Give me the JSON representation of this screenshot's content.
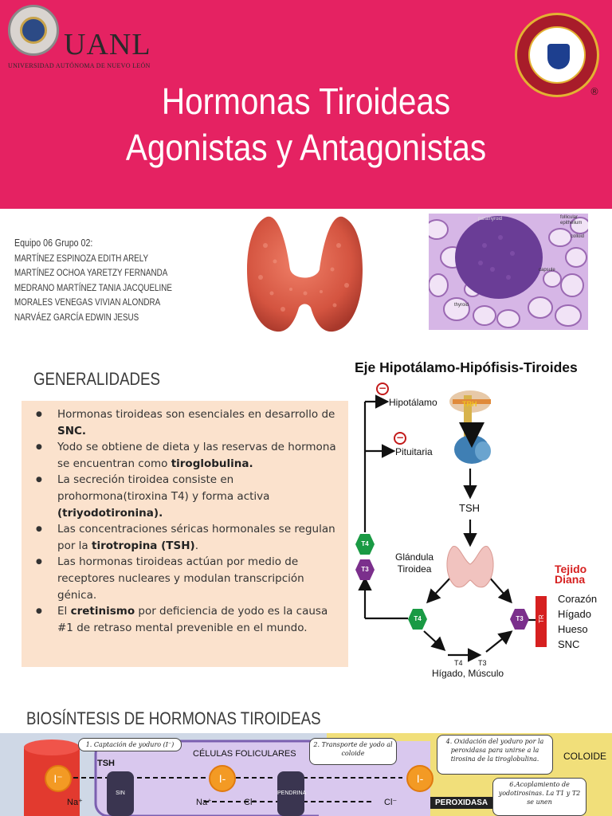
{
  "header": {
    "institution_word": "UANL",
    "institution_sub": "UNIVERSIDAD AUTÓNOMA DE NUEVO LEÓN",
    "registered": "®",
    "title_line1": "Hormonas Tiroideas",
    "title_line2": "Agonistas y Antagonistas",
    "bg_color": "#e52262"
  },
  "team": {
    "heading": "Equipo 06 Grupo 02:",
    "members": [
      "MARTÍNEZ ESPINOZA EDITH ARELY",
      "MARTÍNEZ OCHOA YARETZY FERNANDA",
      "MEDRANO MARTÍNEZ TANIA JACQUELINE",
      "MORALES VENEGAS VIVIAN ALONDRA",
      "NARVÁEZ GARCÍA EDWIN JESUS"
    ]
  },
  "histology": {
    "labels": [
      "parathyroid",
      "follicular epithelium",
      "colloid",
      "capsule",
      "thyroid"
    ]
  },
  "generalidades": {
    "title": "GENERALIDADES",
    "box_color": "#fbe2cd",
    "items": [
      {
        "text": "Hormonas tiroideas son esenciales en desarrollo de ",
        "bold": "SNC.",
        "after": ""
      },
      {
        "text": "Yodo se obtiene de dieta y las reservas de hormona se encuentran como ",
        "bold": "tiroglobulina.",
        "after": ""
      },
      {
        "text": "La secreción tiroidea consiste en prohormona(tiroxina T4) y forma activa ",
        "bold": "(triyodotironina).",
        "after": ""
      },
      {
        "text": "Las concentraciones séricas hormonales se regulan por la ",
        "bold": "tirotropina (TSH)",
        "after": "."
      },
      {
        "text": "Las hormonas tiroideas actúan por medio de receptores nucleares y modulan transcripción génica.",
        "bold": "",
        "after": ""
      },
      {
        "text": "El ",
        "bold": "cretinismo",
        "after": " por deficiencia de yodo es la causa #1 de retraso mental prevenible en el mundo."
      }
    ]
  },
  "axis": {
    "title": "Eje Hipotálamo-Hipófisis-Tiroides",
    "hypothalamus": "Hipotálamo",
    "pituitary": "Pituitaria",
    "trh": "TRH",
    "tsh": "TSH",
    "gland_line1": "Glándula",
    "gland_line2": "Tiroidea",
    "t4": "T4",
    "t3": "T3",
    "tr": "TR",
    "target_title_line1": "Tejido",
    "target_title_line2": "Diana",
    "targets": [
      "Corazón",
      "Hígado",
      "Hueso",
      "SNC"
    ],
    "periphery": "Hígado, Músculo",
    "minus": "−"
  },
  "biosintesis": {
    "title": "BIOSÍNTESIS DE HORMONAS TIROIDEAS",
    "step1": "1. Captación de yoduro (I⁻)",
    "step2": "2. Transporte de yodo al coloide",
    "step4": "4. Oxidación del yoduro por la peroxidasa para unirse a la tirosina de la tiroglobulina.",
    "step6": "6.Acoplamiento de yodotirosinas. La T1 y T2 se unen",
    "cells_label": "CÉLULAS FOLICULARES",
    "colloid_label": "COLOIDE",
    "tsh": "TSH",
    "sin": "SIN",
    "pendrina": "PENDRINA",
    "peroxidasa": "PEROXIDASA",
    "na": "Na⁺",
    "cl": "Cl⁻",
    "iodide": "I⁻",
    "iodide_b": "I-"
  }
}
